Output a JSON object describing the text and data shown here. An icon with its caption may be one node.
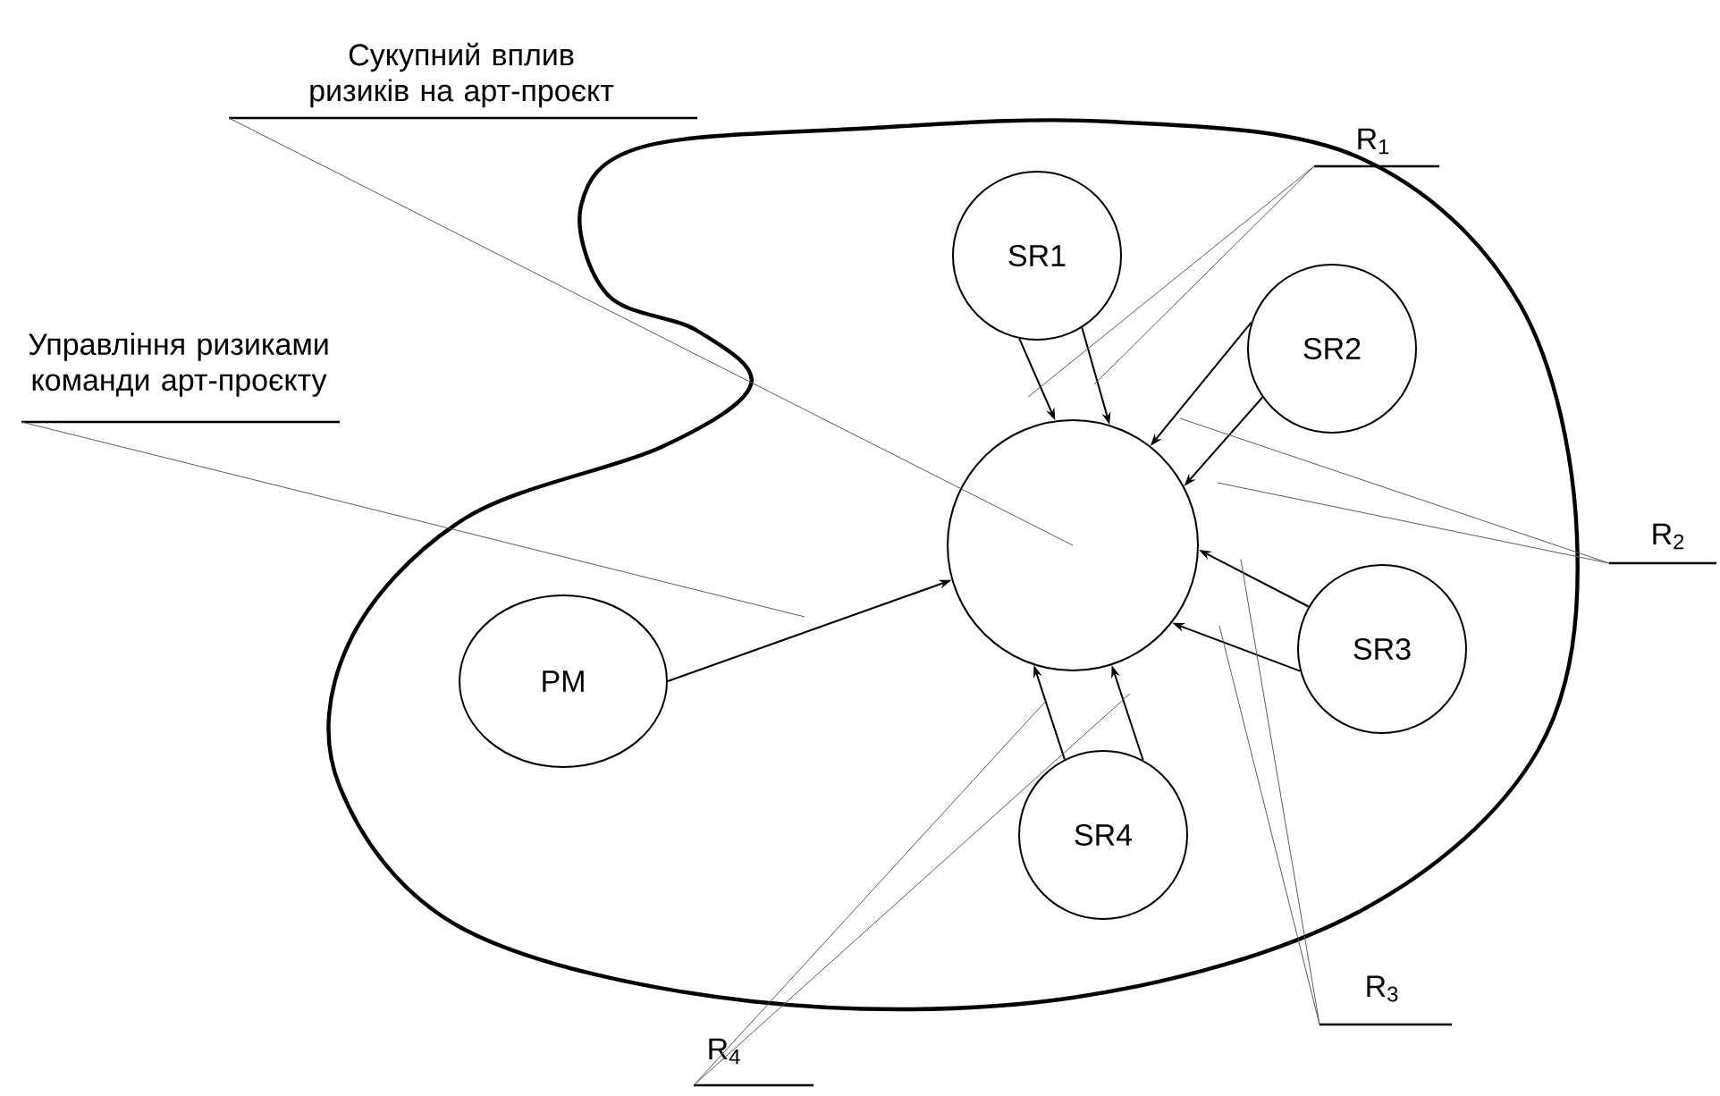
{
  "diagram": {
    "nodes": [
      {
        "text": [],
        "shape": "blob"
      },
      {
        "text": [],
        "shape": "circle",
        "in": 0
      },
      {
        "text": [
          "SR1"
        ],
        "in": 0
      },
      {
        "text": [
          "SR2"
        ],
        "in": 0
      },
      {
        "text": [
          "SR3"
        ],
        "in": 0
      },
      {
        "text": [
          "SR4"
        ],
        "in": 0
      },
      {
        "text": [
          "PM"
        ],
        "in": 0
      },
      {
        "text": [
          "Сукупний вплив ризиків на арт-проєкт"
        ]
      },
      {
        "text": [
          "Управління ризиками команди арт-проєкту"
        ]
      },
      {
        "text": [
          "R$_{1}$"
        ]
      },
      {
        "text": [
          "R$_{2}$"
        ]
      },
      {
        "text": [
          "R$_{3}$"
        ]
      },
      {
        "text": [
          "R$_{4}$"
        ]
      }
    ],
    "edges": [
      {
        "from": 2,
        "to": 1,
        "arrow": "to"
      },
      {
        "from": 2,
        "to": 1,
        "arrow": "to"
      },
      {
        "from": 3,
        "to": 1,
        "arrow": "to"
      },
      {
        "from": 3,
        "to": 1,
        "arrow": "to"
      },
      {
        "from": 4,
        "to": 1,
        "arrow": "to"
      },
      {
        "from": 4,
        "to": 1,
        "arrow": "to"
      },
      {
        "from": 5,
        "to": 1,
        "arrow": "to"
      },
      {
        "from": 5,
        "to": 1,
        "arrow": "to"
      },
      {
        "from": 6,
        "to": 1,
        "arrow": "to"
      },
      {
        "from": 7,
        "to": 1,
        "arrow": "none"
      },
      {
        "from": 8,
        "to": null,
        "arrow": "none"
      },
      {
        "from": 9,
        "to": null,
        "arrow": "none"
      },
      {
        "from": 9,
        "to": null,
        "arrow": "none"
      },
      {
        "from": 10,
        "to": null,
        "arrow": "none"
      },
      {
        "from": 10,
        "to": null,
        "arrow": "none"
      },
      {
        "from": 11,
        "to": null,
        "arrow": "none"
      },
      {
        "from": 11,
        "to": null,
        "arrow": "none"
      },
      {
        "from": 12,
        "to": null,
        "arrow": "none"
      },
      {
        "from": 12,
        "to": null,
        "arrow": "none"
      }
    ]
  }
}
